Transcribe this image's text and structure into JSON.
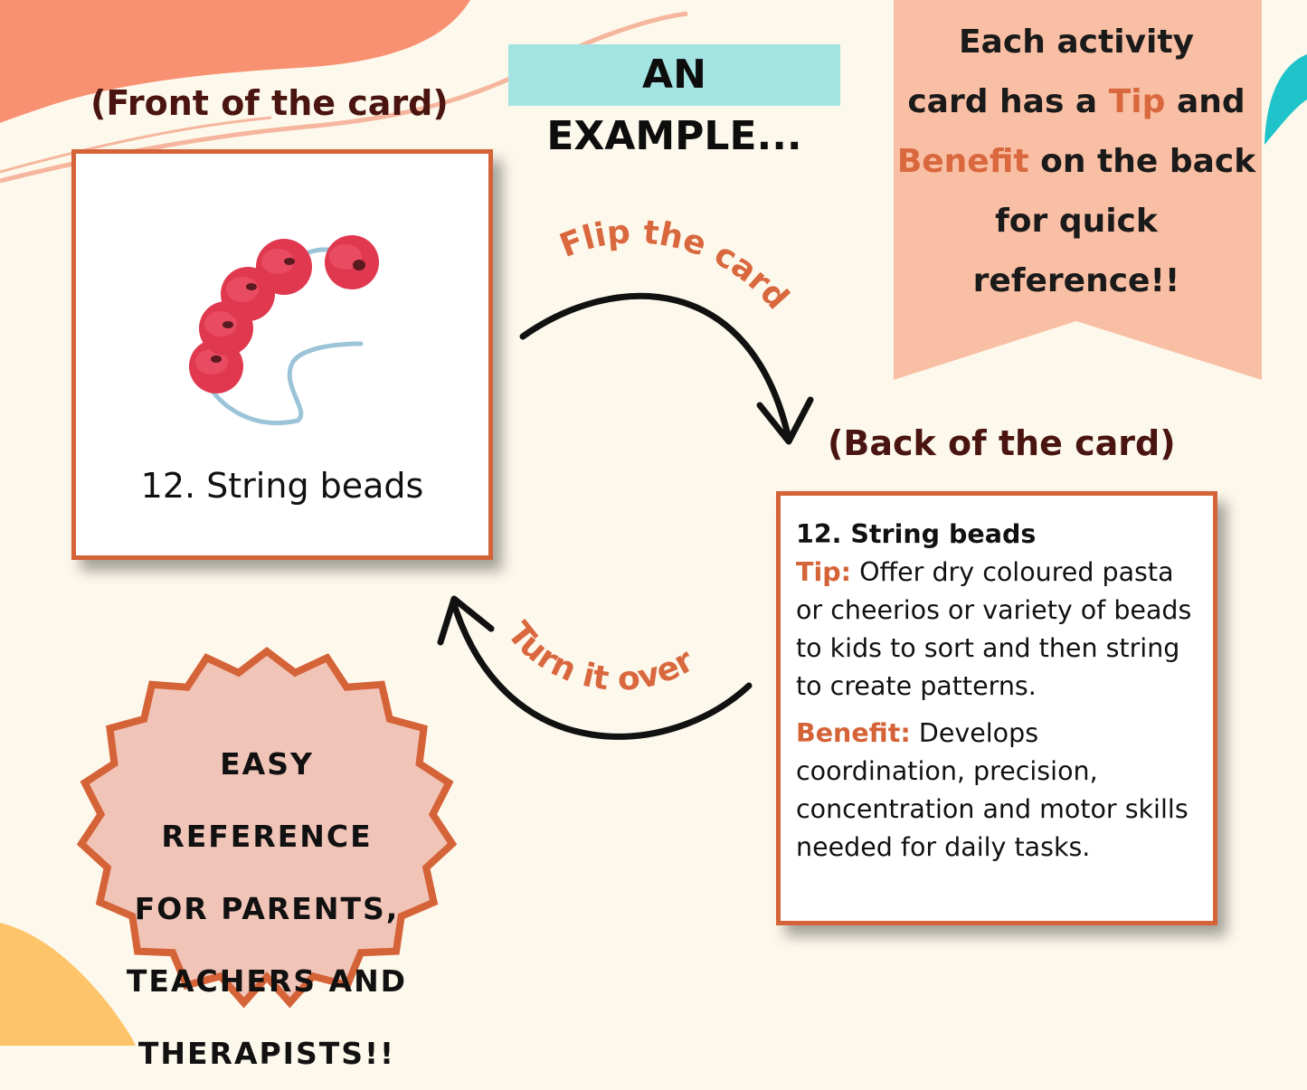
{
  "heading": "AN EXAMPLE...",
  "front_label": "(Front of the card)",
  "back_label": "(Back of the card)",
  "banner": {
    "line1": "Each activity",
    "line2a": "card has a ",
    "tip": "Tip",
    "line2b": " and",
    "benefit": "Benefit",
    "line3b": " on the back",
    "line4": "for quick",
    "line5": "reference!!"
  },
  "arrows": {
    "flip": "Flip the card",
    "turn": "Turn it over"
  },
  "front_card": {
    "caption": "12. String beads",
    "illustration": "string-beads-illustration"
  },
  "back_card": {
    "title": "12. String beads",
    "tip_label": "Tip:",
    "tip_text": " Offer dry coloured pasta or cheerios or variety of beads to kids to sort and then string to create patterns.",
    "benefit_label": "Benefit:",
    "benefit_text": " Develops coordination, precision, concentration and motor skills needed for daily tasks."
  },
  "badge": {
    "line1": "EASY REFERENCE",
    "line2": "FOR PARENTS,",
    "line3": "TEACHERS AND",
    "line4": "THERAPISTS!!"
  },
  "colors": {
    "accent": "#d56338",
    "salmon_bg": "#f89172",
    "banner": "#f9bfa4",
    "teal": "#1ec4c9",
    "yellow": "#fdc46a",
    "badge_fill": "#f1c4b8",
    "heading_bg": "#a3e3e2"
  }
}
